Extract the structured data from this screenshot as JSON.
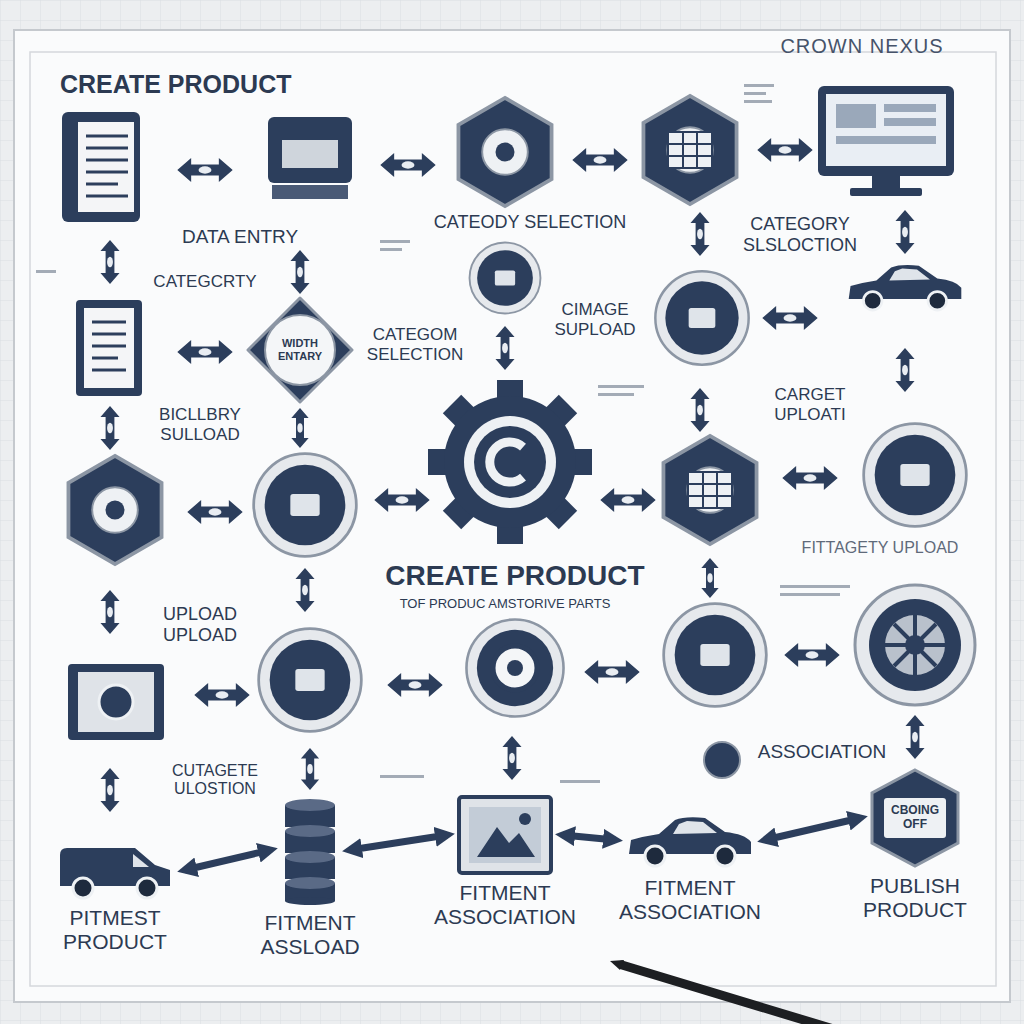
{
  "diagram": {
    "title": "CREATE PRODUCT",
    "nodes": [
      {
        "text": [
          "WIDTH ENTARY"
        ]
      },
      {
        "text": [
          "PITMEST PRODUCT"
        ]
      },
      {
        "text": [
          "FITMENT ASSLOAD"
        ]
      },
      {
        "text": [
          "FITMENT ASSOCIATION"
        ]
      },
      {
        "text": [
          "FITMENT ASSOCIATION"
        ]
      },
      {
        "text": [
          "CBOING OFF",
          "PUBLISH PRODUCT"
        ]
      }
    ],
    "edges": [
      {
        "from": 1,
        "to": 2,
        "arrow": "both"
      },
      {
        "from": 2,
        "to": 3,
        "arrow": "both"
      },
      {
        "from": 3,
        "to": 4,
        "arrow": "both"
      },
      {
        "from": 4,
        "to": 5,
        "arrow": "both"
      }
    ],
    "labels": [
      "CROWN NEXUS",
      "DATA ENTRY",
      "CATEODY SELECTION",
      "CATEGORY SLSLOCTION",
      "CATEGCRTY",
      "CATEGOM SELECTION",
      "CIMAGE SUPLOAD",
      "CARGET UPLOATI",
      "BICLLBRY SULLOAD",
      "CREATE PRODUCT",
      "TOF PRODUC AMSTORIVE PARTS",
      "UPLOAD UPLOAD",
      "FITTAGETY UPLOAD",
      "ASSOCIATION",
      "CUTAGETE ULOSTION"
    ]
  }
}
